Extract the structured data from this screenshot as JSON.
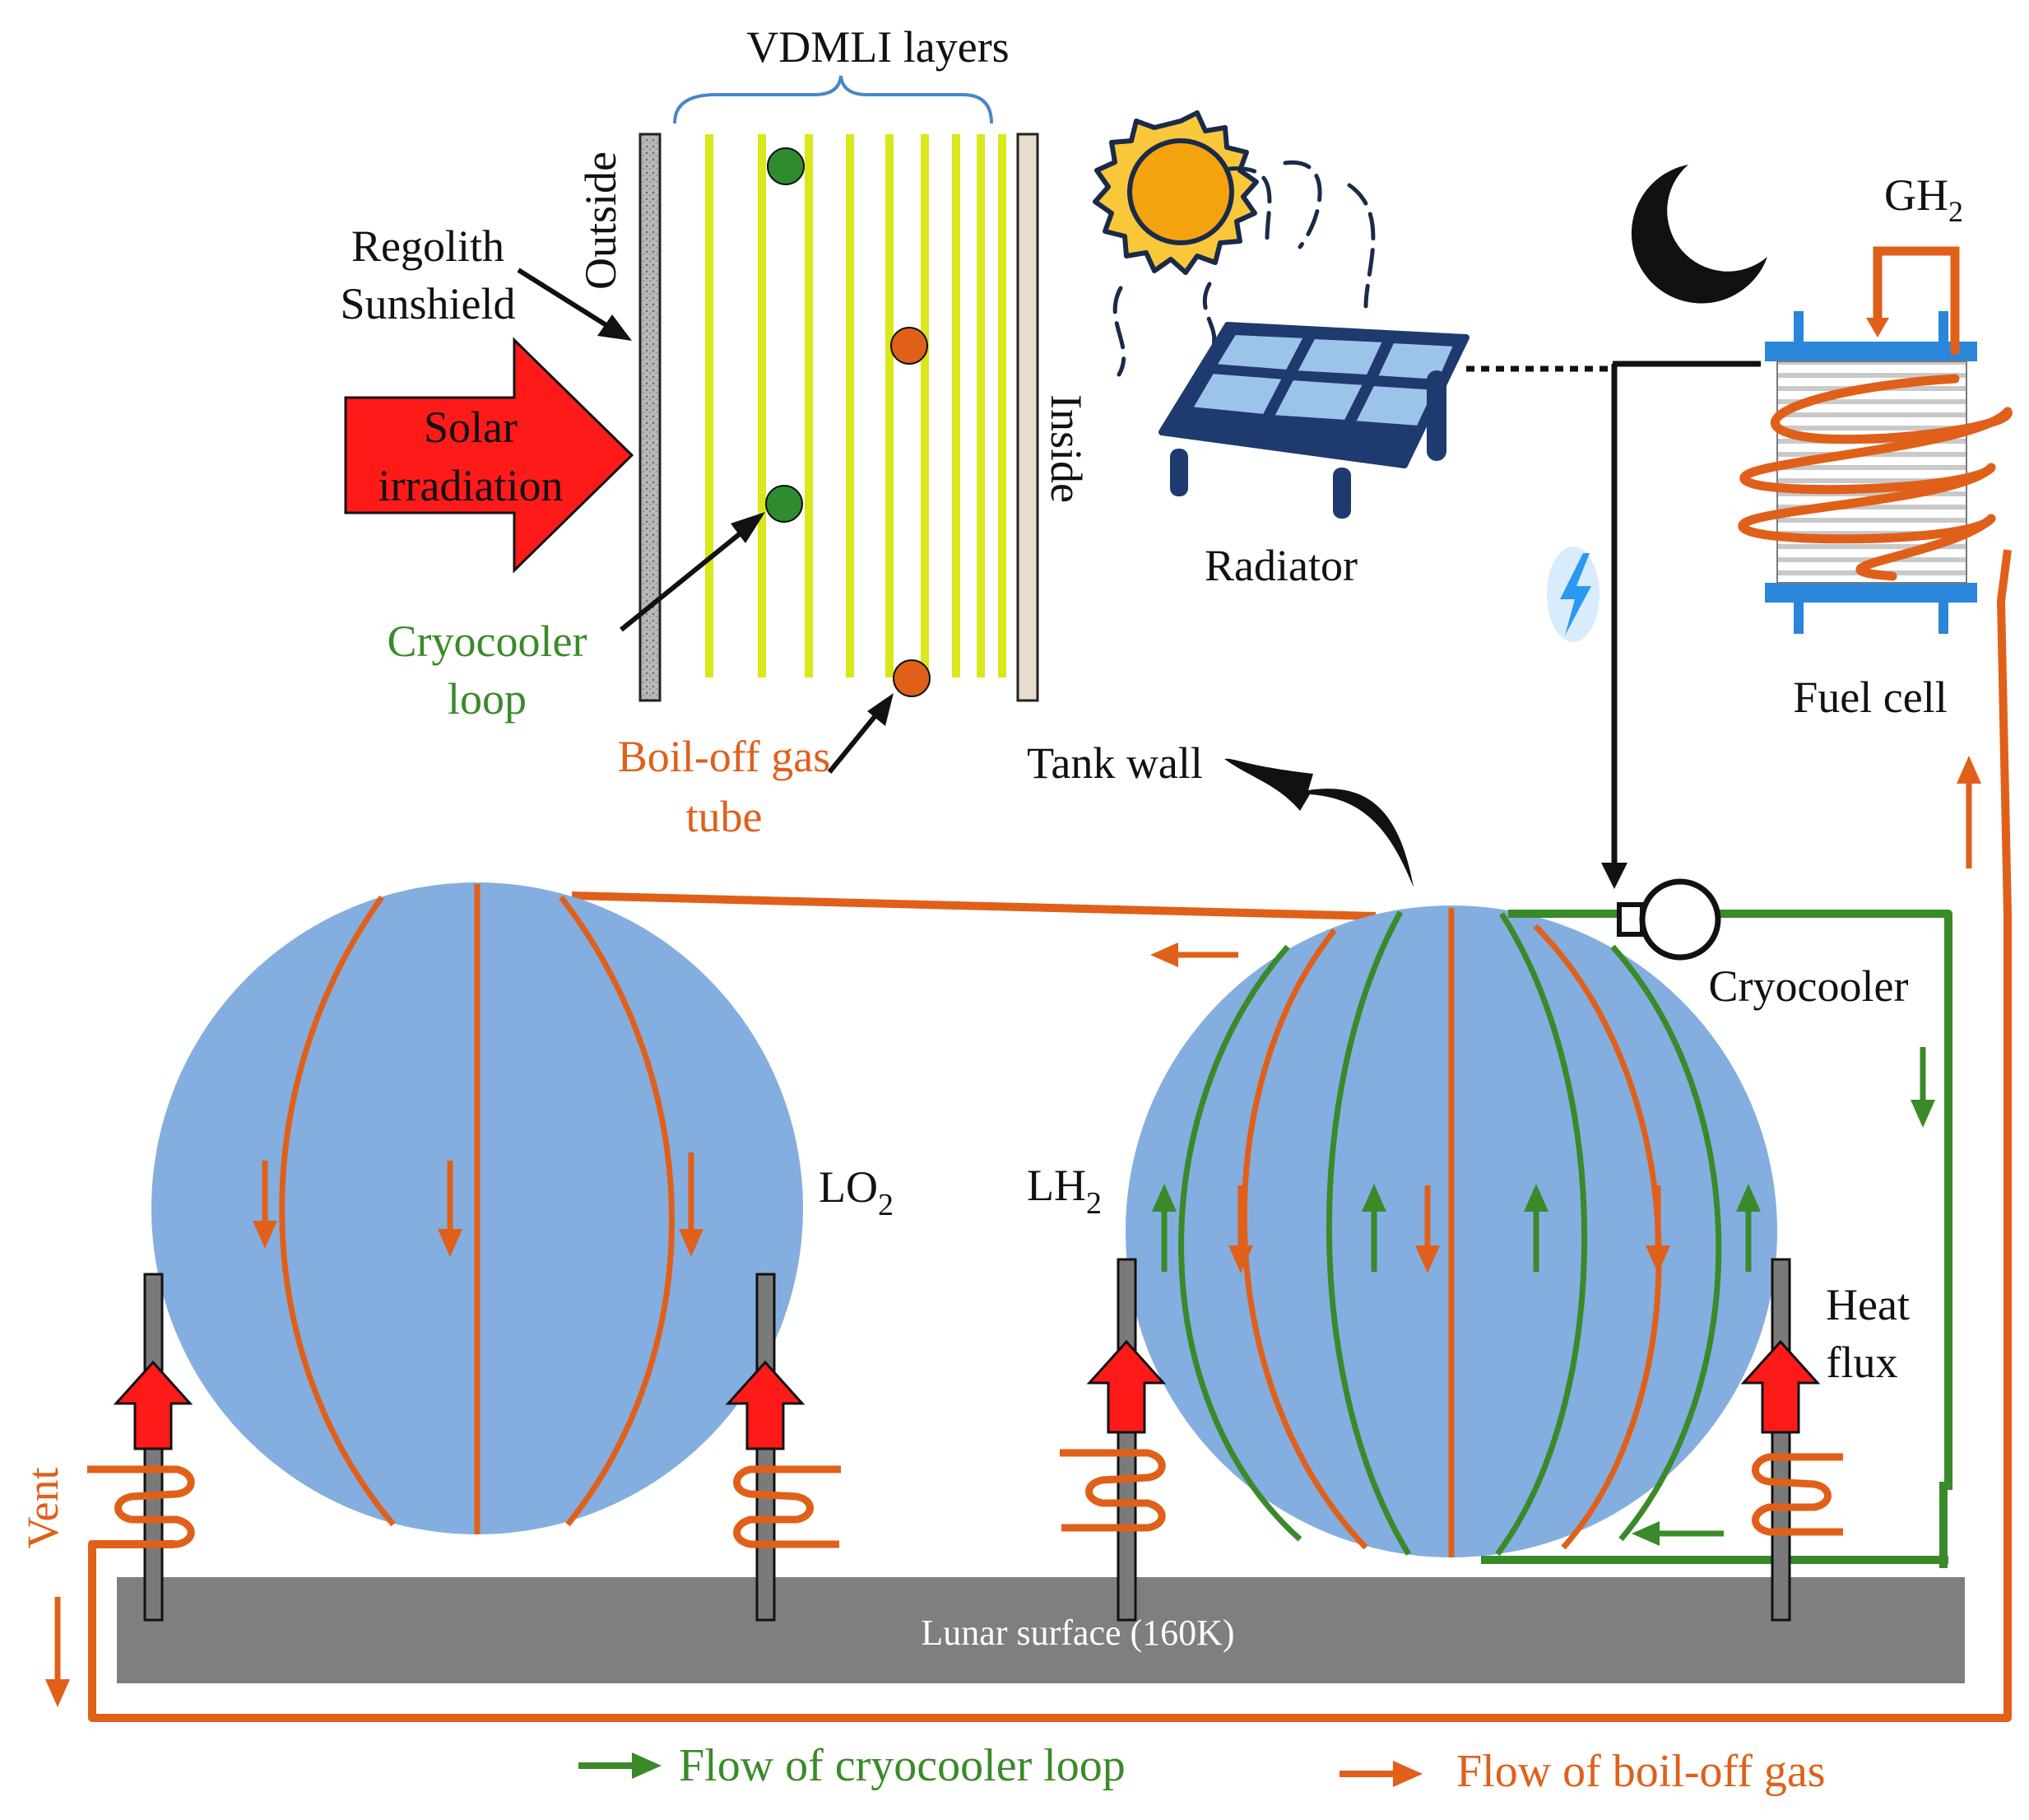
{
  "colors": {
    "boiloff_orange": "#e0601a",
    "cryocooler_green": "#3a8a2a",
    "tank_blue": "#84aee0",
    "ground_gray": "#7f7f7f",
    "solar_red": "#ff1a1a",
    "vdmli_yellow": "#d8e81a",
    "sun_yellow": "#f8c73a",
    "lightning_blue": "#2a9af0"
  },
  "labels": {
    "vdmli_layers": "VDMLI layers",
    "outside": "Outside",
    "inside": "Inside",
    "regolith_line1": "Regolith",
    "regolith_line2": "Sunshield",
    "solar_line1": "Solar",
    "solar_line2": "irradiation",
    "cryocooler_loop_line1": "Cryocooler",
    "cryocooler_loop_line2": "loop",
    "boiloff_tube_line1": "Boil-off gas",
    "boiloff_tube_line2": "tube",
    "radiator": "Radiator",
    "tank_wall": "Tank wall",
    "gh2_main": "GH",
    "gh2_sub": "2",
    "fuel_cell": "Fuel cell",
    "cryocooler": "Cryocooler",
    "lo2_main": "LO",
    "lo2_sub": "2",
    "lh2_main": "LH",
    "lh2_sub": "2",
    "heat_line1": "Heat",
    "heat_line2": "flux",
    "vent": "Vent",
    "lunar_surface": "Lunar surface (160K)"
  },
  "legend": {
    "cryocooler_flow": "Flow of cryocooler loop",
    "boiloff_flow": "Flow of boil-off gas"
  },
  "icons": [
    "sun-icon",
    "moon-icon",
    "solar-panel-icon",
    "lightning-icon",
    "fuel-cell-icon",
    "cryocooler-icon",
    "curved-arrow-icon"
  ]
}
